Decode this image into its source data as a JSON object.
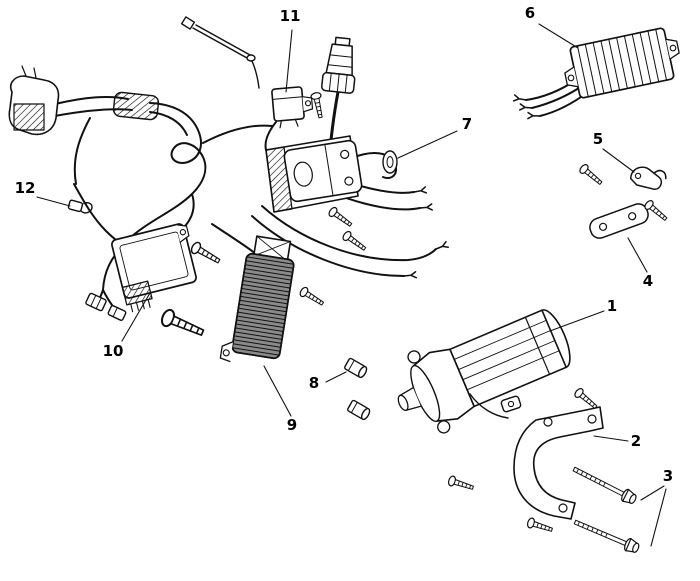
{
  "figure": {
    "type": "exploded-parts-diagram",
    "background": "#ffffff",
    "line_color": "#111111",
    "coil_fill": "#8a8a8a"
  },
  "callouts": {
    "c1": "1",
    "c2": "2",
    "c3": "3",
    "c4": "4",
    "c5": "5",
    "c6": "6",
    "c7": "7",
    "c8": "8",
    "c9": "9",
    "c10": "10",
    "c11": "11",
    "c12": "12"
  }
}
